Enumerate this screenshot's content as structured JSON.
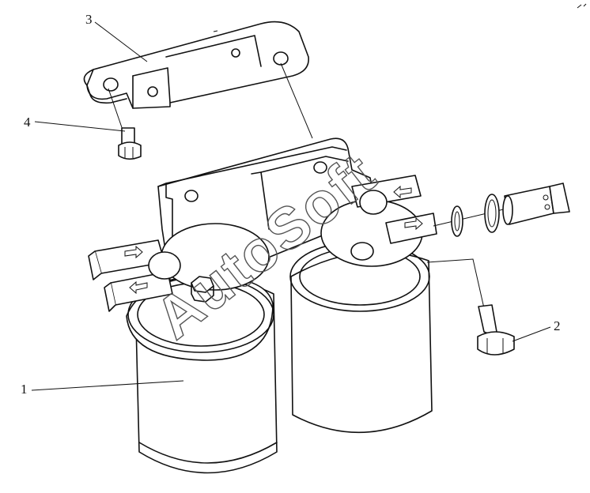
{
  "diagram": {
    "callouts": [
      {
        "id": "1",
        "label": "1"
      },
      {
        "id": "2",
        "label": "2"
      },
      {
        "id": "3",
        "label": "3"
      },
      {
        "id": "4",
        "label": "4"
      }
    ],
    "watermark": "AutoSoft",
    "colors": {
      "line": "#111111",
      "background": "#ffffff"
    }
  }
}
